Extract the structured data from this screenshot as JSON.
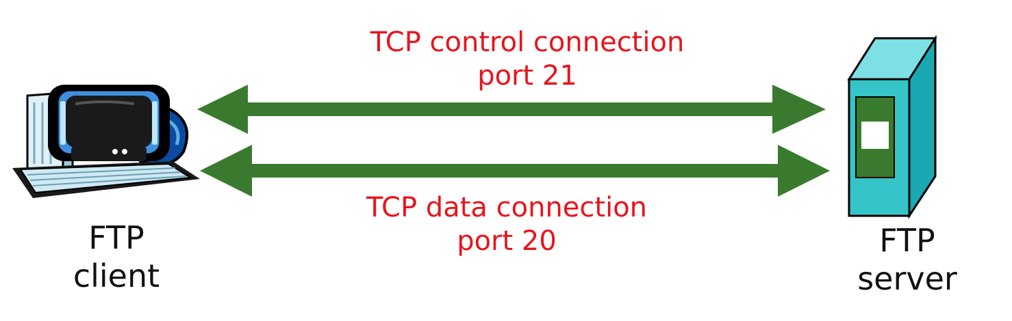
{
  "colors": {
    "arrow": "#3a7a2e",
    "label_red": "#e8141c",
    "label_dark": "#111111",
    "server_front": "#35c4c8",
    "server_side": "#1aa9b2",
    "server_panel": "#3a7a2e"
  },
  "icons": {
    "client": "desktop-computer-icon",
    "server": "server-tower-icon"
  },
  "connections": {
    "control": {
      "line1": "TCP control connection",
      "line2": "port 21"
    },
    "data": {
      "line1": "TCP data connection",
      "line2": "port 20"
    }
  },
  "client": {
    "line1": "FTP",
    "line2": "client"
  },
  "server": {
    "line1": "FTP",
    "line2": "server"
  }
}
